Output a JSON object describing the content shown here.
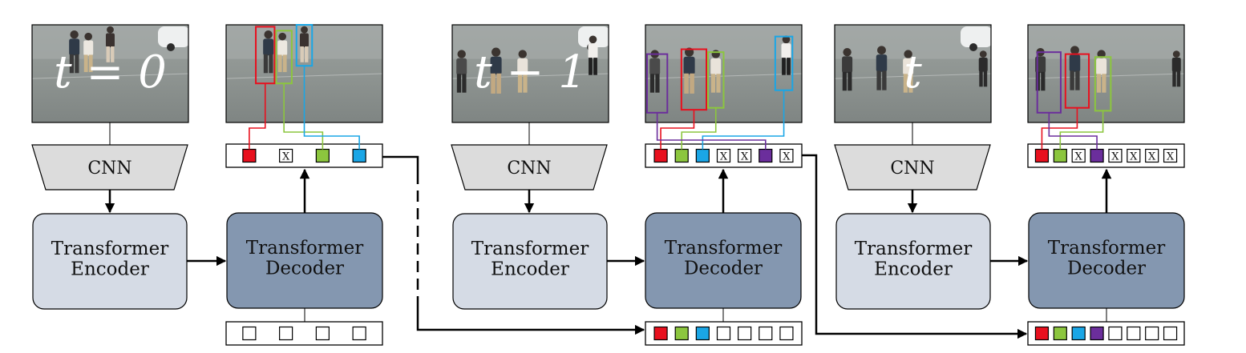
{
  "colors": {
    "red": "#e8101e",
    "green": "#8cc63e",
    "blue": "#1aa6e6",
    "purple": "#6b2e9c",
    "cnn_fill": "#dcdcdc",
    "encoder_fill": "#d5dbe5",
    "decoder_fill": "#8497b0"
  },
  "stages": [
    {
      "frame_label": "t = 0",
      "cnn_label": "CNN",
      "encoder_label": "Transformer\nEncoder",
      "decoder_label": "Transformer\nDecoder",
      "output_tokens": [
        "red",
        "x",
        "green",
        "blue"
      ],
      "input_tokens": [
        "empty",
        "empty",
        "empty",
        "empty"
      ]
    },
    {
      "frame_label": "t − 1",
      "cnn_label": "CNN",
      "encoder_label": "Transformer\nEncoder",
      "decoder_label": "Transformer\nDecoder",
      "output_tokens": [
        "red",
        "green",
        "blue",
        "x",
        "x",
        "purple",
        "x"
      ],
      "input_tokens": [
        "red",
        "green",
        "blue",
        "empty",
        "empty",
        "empty",
        "empty"
      ]
    },
    {
      "frame_label": "t",
      "cnn_label": "CNN",
      "encoder_label": "Transformer\nEncoder",
      "decoder_label": "Transformer\nDecoder",
      "output_tokens": [
        "red",
        "green",
        "x",
        "purple",
        "x",
        "x",
        "x",
        "x"
      ],
      "input_tokens": [
        "red",
        "green",
        "blue",
        "purple",
        "empty",
        "empty",
        "empty",
        "empty"
      ]
    }
  ],
  "token_x_mark": "X"
}
